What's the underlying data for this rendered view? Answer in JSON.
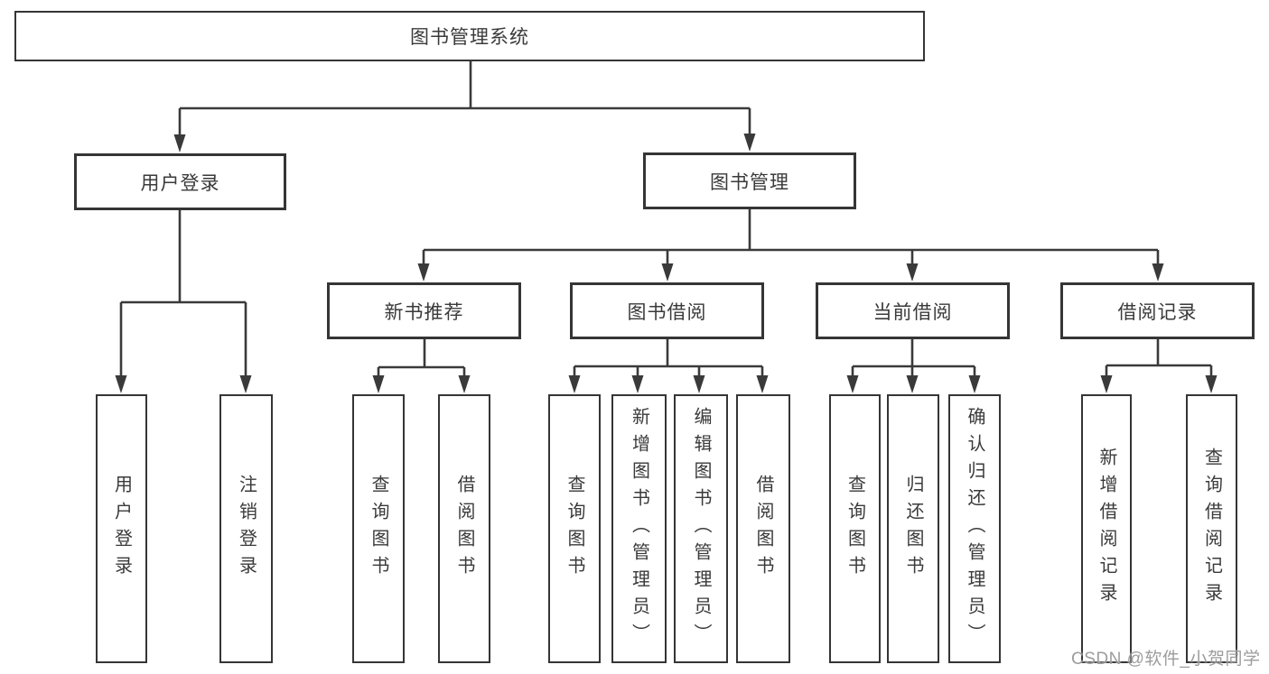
{
  "tree": {
    "root": {
      "label": "图书管理系统",
      "children": [
        {
          "label": "用户登录",
          "children": [
            {
              "label": "用户登录"
            },
            {
              "label": "注销登录"
            }
          ]
        },
        {
          "label": "图书管理",
          "children": [
            {
              "label": "新书推荐",
              "children": [
                {
                  "label": "查询图书"
                },
                {
                  "label": "借阅图书"
                }
              ]
            },
            {
              "label": "图书借阅",
              "children": [
                {
                  "label": "查询图书"
                },
                {
                  "label": "新增图书（管理员）"
                },
                {
                  "label": "编辑图书（管理员）"
                },
                {
                  "label": "借阅图书"
                }
              ]
            },
            {
              "label": "当前借阅",
              "children": [
                {
                  "label": "查询图书"
                },
                {
                  "label": "归还图书"
                },
                {
                  "label": "确认归还（管理员）"
                }
              ]
            },
            {
              "label": "借阅记录",
              "children": [
                {
                  "label": "新增借阅记录"
                },
                {
                  "label": "查询借阅记录"
                }
              ]
            }
          ]
        }
      ]
    }
  },
  "watermark": {
    "text": "CSDN @软件_小贺同学"
  },
  "colors": {
    "line": "#3a3a3a",
    "border": "#353535",
    "text": "#3a3a3a",
    "watermark": "#919191"
  }
}
